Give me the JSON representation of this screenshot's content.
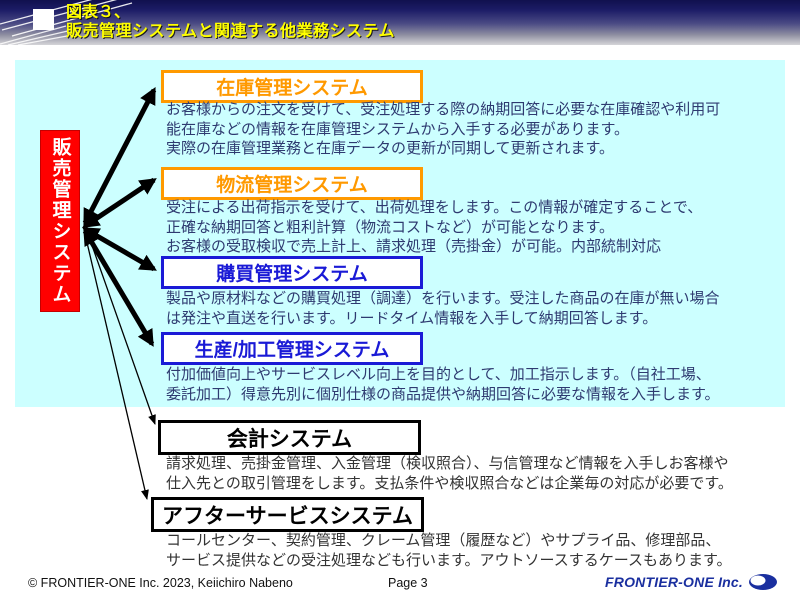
{
  "header": {
    "title_line1": "図表３、",
    "title_line2": "販売管理システムと関連する他業務システム"
  },
  "hub": {
    "label": "販売管理システム",
    "color": "#FF0000"
  },
  "systems": [
    {
      "name": "在庫管理システム",
      "accent": "#FF9900",
      "desc": "お客様からの注文を受けて、受注処理する際の納期回答に必要な在庫確認や利用可\n能在庫などの情報を在庫管理システムから入手する必要があります。\n実際の在庫管理業務と在庫データの更新が同期して更新されます。"
    },
    {
      "name": "物流管理システム",
      "accent": "#FF9900",
      "desc": "受注による出荷指示を受けて、出荷処理をします。この情報が確定することで、\n正確な納期回答と粗利計算（物流コストなど）が可能となります。\nお客様の受取検収で売上計上、請求処理（売掛金）が可能。内部統制対応"
    },
    {
      "name": "購買管理システム",
      "accent": "#1A1AD6",
      "desc": "製品や原材料などの購買処理（調達）を行います。受注した商品の在庫が無い場合\nは発注や直送を行います。リードタイム情報を入手して納期回答します。"
    },
    {
      "name": "生産/加工管理システム",
      "accent": "#1A1AD6",
      "desc": "付加価値向上やサービスレベル向上を目的として、加工指示します。（自社工場、\n委託加工）得意先別に個別仕様の商品提供や納期回答に必要な情報を入手します。"
    },
    {
      "name": "会計システム",
      "accent": "#000000",
      "desc": "請求処理、売掛金管理、入金管理（検収照合）、与信管理など情報を入手しお客様や\n仕入先との取引管理をします。支払条件や検収照合などは企業毎の対応が必要です。"
    },
    {
      "name": "アフターサービスシステム",
      "accent": "#000000",
      "desc": "コールセンター、契約管理、クレーム管理（履歴など）やサプライ品、修理部品、\nサービス提供などの受注処理なども行います。アウトソースするケースもあります。"
    }
  ],
  "footer": {
    "copyright": "© FRONTIER-ONE Inc. 2023,  Keiichiro  Nabeno",
    "page": "Page 3",
    "logo": "FRONTIER-ONE Inc."
  },
  "colors": {
    "panel_background": "#CCFFFF",
    "hub_red": "#FF0000",
    "orange_accent": "#FF9900",
    "blue_accent": "#1A1AD6",
    "title_yellow": "#FFFF00",
    "logo_blue": "#1A2F9F"
  }
}
